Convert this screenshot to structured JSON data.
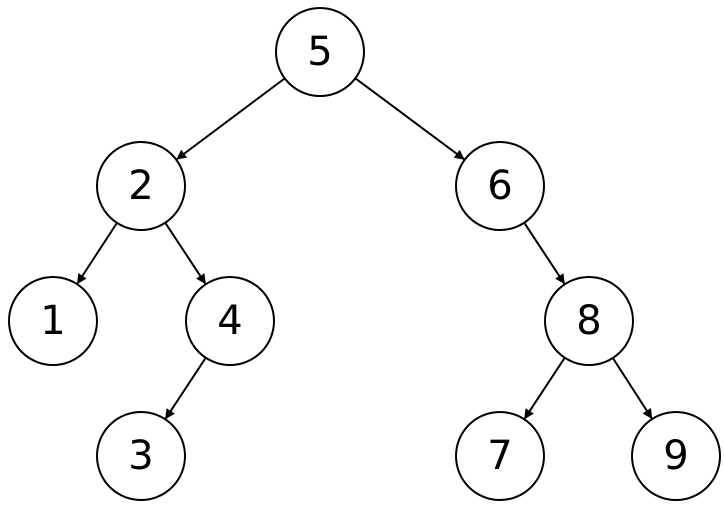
{
  "diagram": {
    "type": "binary-search-tree",
    "nodes": [
      {
        "id": "n5",
        "label": "5"
      },
      {
        "id": "n2",
        "label": "2"
      },
      {
        "id": "n6",
        "label": "6"
      },
      {
        "id": "n1",
        "label": "1"
      },
      {
        "id": "n4",
        "label": "4"
      },
      {
        "id": "n8",
        "label": "8"
      },
      {
        "id": "n3",
        "label": "3"
      },
      {
        "id": "n7",
        "label": "7"
      },
      {
        "id": "n9",
        "label": "9"
      }
    ],
    "edges": [
      {
        "from": "n5",
        "to": "n2"
      },
      {
        "from": "n5",
        "to": "n6"
      },
      {
        "from": "n2",
        "to": "n1"
      },
      {
        "from": "n2",
        "to": "n4"
      },
      {
        "from": "n4",
        "to": "n3"
      },
      {
        "from": "n6",
        "to": "n8"
      },
      {
        "from": "n8",
        "to": "n7"
      },
      {
        "from": "n8",
        "to": "n9"
      }
    ]
  }
}
